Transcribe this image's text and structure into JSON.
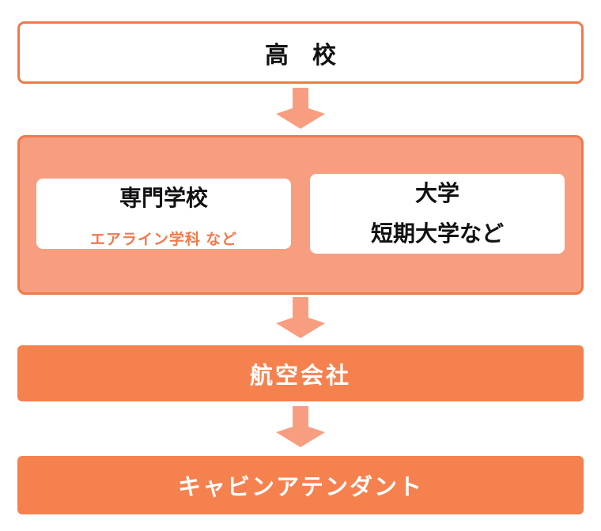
{
  "diagram_name": "cabin-attendant-career-path-flowchart",
  "nodes": {
    "high_school": {
      "label": "高　校"
    },
    "education_group": {
      "vocational_school": {
        "title": "専門学校",
        "note": "エアライン学科 など"
      },
      "university": {
        "lines": [
          "大学",
          "短期大学など"
        ]
      }
    },
    "airline_company": {
      "label": "航空会社"
    },
    "cabin_attendant": {
      "label": "キャビンアテンダント"
    }
  },
  "icons": {
    "arrow": "down-arrow-icon"
  },
  "colors": {
    "accent": "#f1794a",
    "salmon": "#f89e80",
    "box_fill": "#f5814f",
    "text_dark": "#111111",
    "text_white": "#ffffff",
    "bg": "#ffffff"
  }
}
